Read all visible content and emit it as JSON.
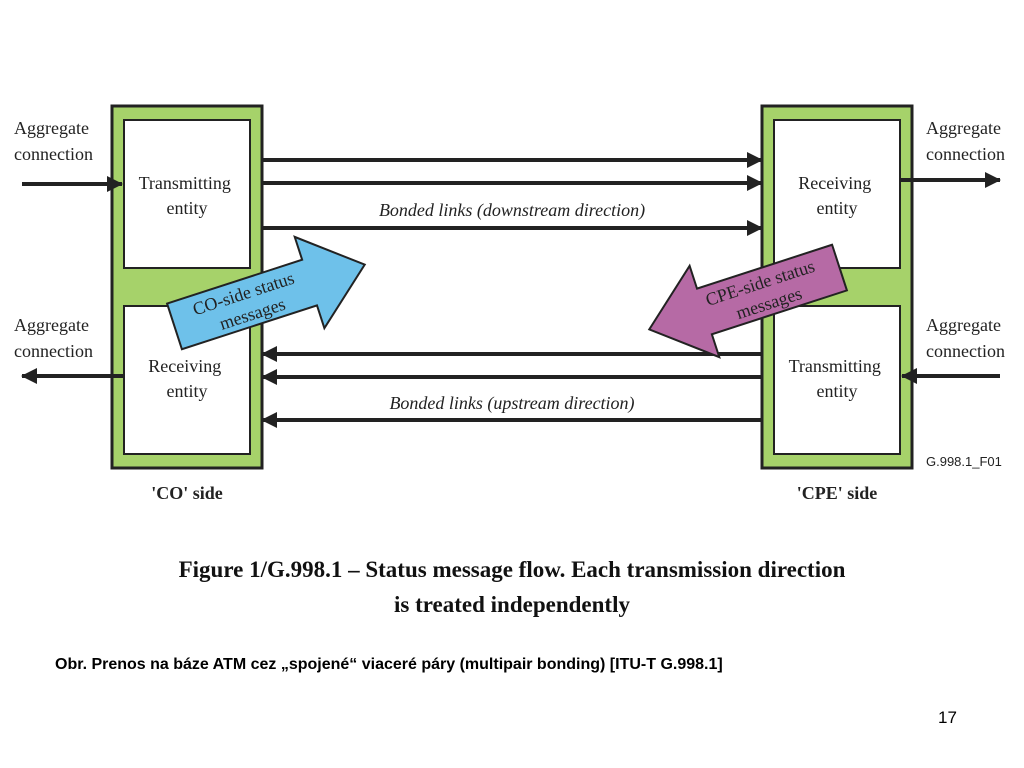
{
  "diagram": {
    "left_aggregate_top": [
      "Aggregate",
      "connection"
    ],
    "left_aggregate_bottom": [
      "Aggregate",
      "connection"
    ],
    "right_aggregate_top": [
      "Aggregate",
      "connection"
    ],
    "right_aggregate_bottom": [
      "Aggregate",
      "connection"
    ],
    "co_transmitting": [
      "Transmitting",
      "entity"
    ],
    "co_receiving": [
      "Receiving",
      "entity"
    ],
    "cpe_receiving": [
      "Receiving",
      "entity"
    ],
    "cpe_transmitting": [
      "Transmitting",
      "entity"
    ],
    "downstream_label": "Bonded links (downstream direction)",
    "upstream_label": "Bonded links (upstream direction)",
    "co_status_arrow": [
      "CO-side status",
      "messages"
    ],
    "cpe_status_arrow": [
      "CPE-side status",
      "messages"
    ],
    "co_side_label": "'CO' side",
    "cpe_side_label": "'CPE' side",
    "figure_id": "G.998.1_F01",
    "colors": {
      "side_fill": "#a6d26a",
      "co_arrow_fill": "#6ec1ea",
      "cpe_arrow_fill": "#b66aa5",
      "line": "#222222"
    }
  },
  "figure_caption": [
    "Figure 1/G.998.1 – Status message flow. Each transmission direction",
    "is treated independently"
  ],
  "slide_caption": "Obr.  Prenos  na báze ATM cez „spojené“ viaceré páry (multipair bonding) [ITU-T G.998.1]",
  "page_number": "17"
}
